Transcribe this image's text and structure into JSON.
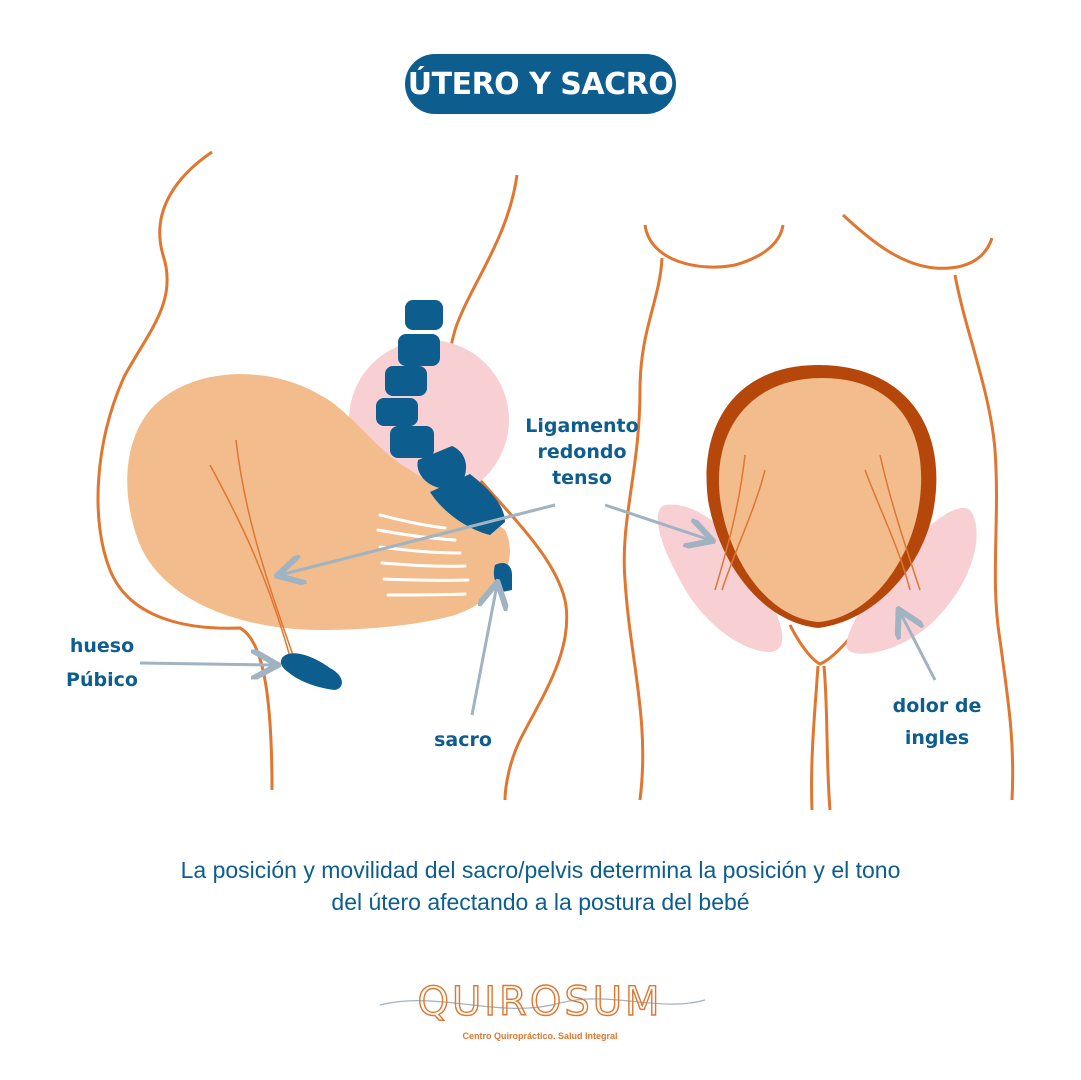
{
  "title": "ÚTERO Y SACRO",
  "labels": {
    "ligamento": [
      "Ligamento",
      "redondo",
      "tenso"
    ],
    "hueso": [
      "hueso",
      "Púbico"
    ],
    "sacro": "sacro",
    "dolor": [
      "dolor de",
      "ingles"
    ]
  },
  "caption": {
    "line1": "La posición y movilidad del sacro/pelvis determina la posición y el tono",
    "line2": "del útero afectando a la postura del bebé"
  },
  "brand": {
    "name": "QUIROSUM",
    "tagline": "Centro Quiropráctico. Salud Integral"
  },
  "colors": {
    "body_outline": "#e0762f",
    "uterus_fill": "#f3bc8c",
    "bone_blue": "#0d5d8f",
    "pink_highlight": "#f8cfd2",
    "arrow": "#9fb3c2",
    "uterus_wall": "#b5470b"
  }
}
